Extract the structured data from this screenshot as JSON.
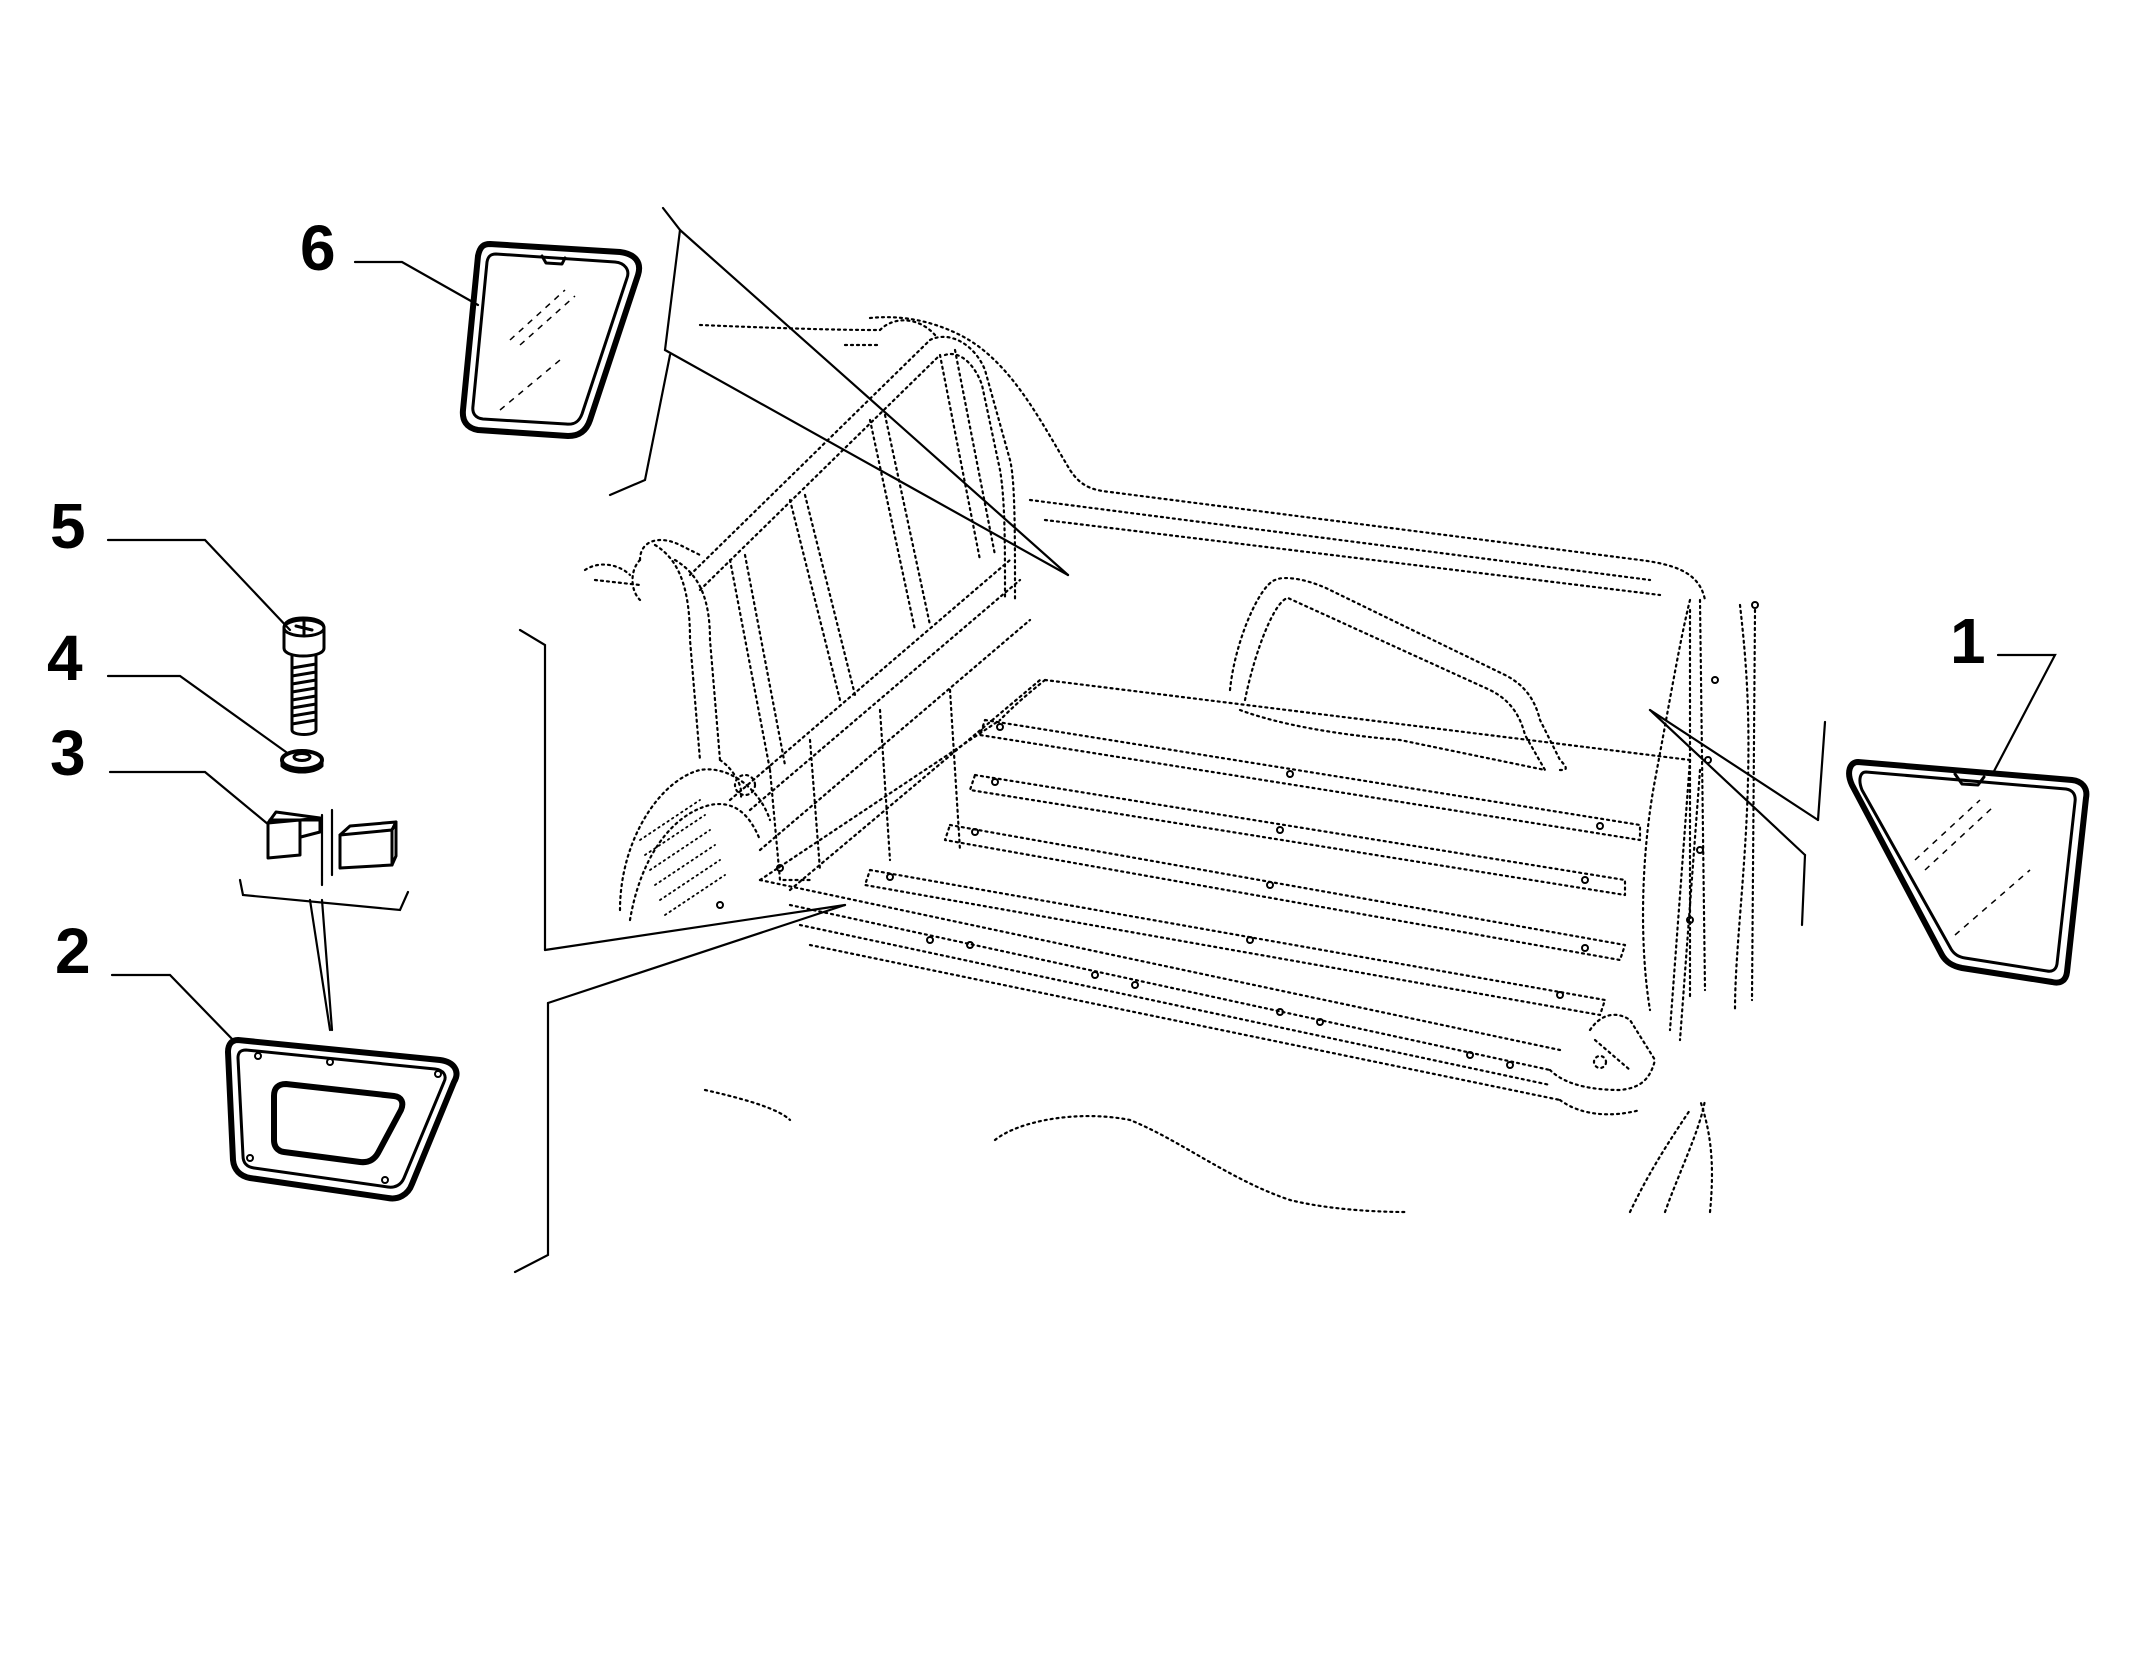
{
  "diagram": {
    "callouts": [
      {
        "id": "1",
        "label": "1"
      },
      {
        "id": "2",
        "label": "2"
      },
      {
        "id": "3",
        "label": "3"
      },
      {
        "id": "4",
        "label": "4"
      },
      {
        "id": "5",
        "label": "5"
      },
      {
        "id": "6",
        "label": "6"
      }
    ],
    "parts": [
      {
        "callout": "1",
        "icon": "side-window-glass-icon"
      },
      {
        "callout": "2",
        "icon": "window-frame-icon"
      },
      {
        "callout": "3",
        "icon": "clip-icon"
      },
      {
        "callout": "4",
        "icon": "washer-icon"
      },
      {
        "callout": "5",
        "icon": "screw-icon"
      },
      {
        "callout": "6",
        "icon": "side-window-glass-icon"
      }
    ],
    "illustration": "vehicle-cargo-bed-icon"
  }
}
